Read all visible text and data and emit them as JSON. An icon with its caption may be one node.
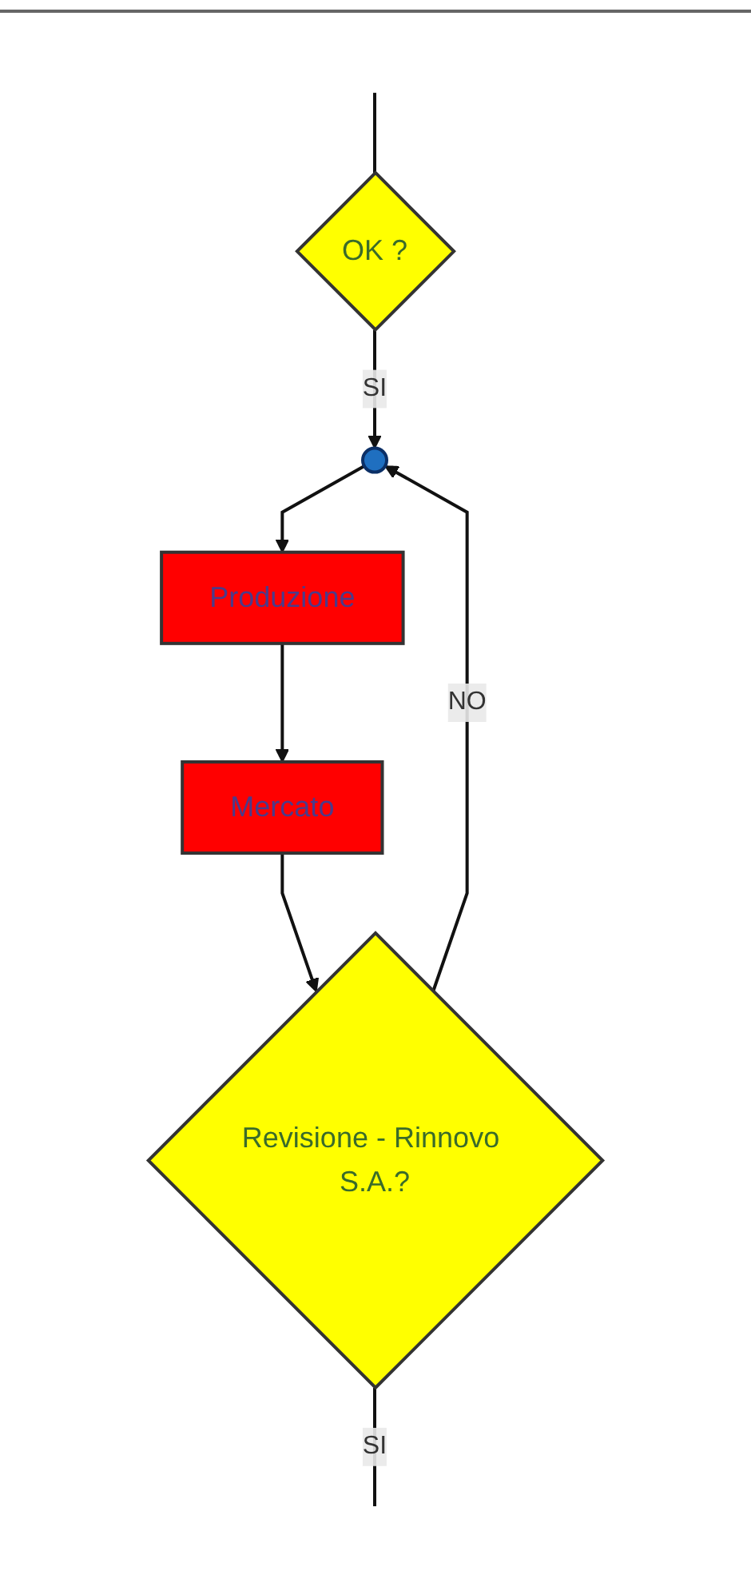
{
  "diagram": {
    "nodes": [
      {
        "text": [
          "OK ?"
        ]
      },
      {
        "text": [],
        "shape": "circle"
      },
      {
        "text": [
          "Produzione"
        ]
      },
      {
        "text": [
          "Mercato"
        ]
      },
      {
        "text": [
          "Revisione - Rinnovo S.A.?"
        ]
      }
    ],
    "edges": [
      {
        "from": null,
        "to": 0,
        "arrow": "none"
      },
      {
        "from": 0,
        "to": 1,
        "arrow": "to",
        "label": "SI"
      },
      {
        "from": 1,
        "to": 2,
        "arrow": "to"
      },
      {
        "from": 2,
        "to": 3,
        "arrow": "to"
      },
      {
        "from": 3,
        "to": 4,
        "arrow": "to"
      },
      {
        "from": 4,
        "to": 1,
        "arrow": "to",
        "label": "NO"
      },
      {
        "from": 4,
        "to": null,
        "arrow": "none",
        "label": "SI"
      }
    ]
  }
}
